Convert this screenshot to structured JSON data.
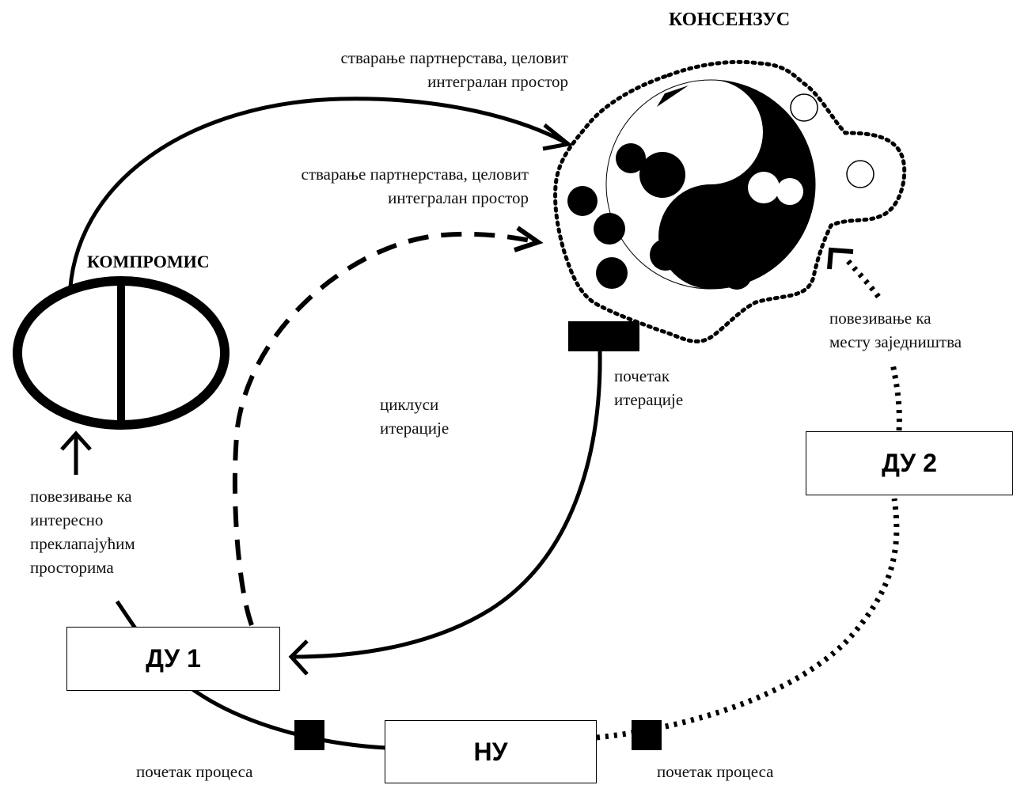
{
  "titles": {
    "consensus": "КОНСЕНЗУС",
    "compromise": "КОМПРОМИС"
  },
  "boxes": {
    "du1": "ДУ 1",
    "du2": "ДУ 2",
    "nu": "НУ"
  },
  "labels": {
    "partnership_top": "стварање партнерстава, целовит\nинтегралан простор",
    "partnership_mid": "стварање партнерстава, целовит\nинтегралан простор",
    "iteration_cycles": "циклуси\nитерације",
    "iteration_start": "почетак\nитерације",
    "connect_community": "повезивање ка\nместу заједништва",
    "connect_overlap": "повезивање ка\nинтересно\nпреклапајућим\nпросторима",
    "process_start_left": "почетак процеса",
    "process_start_right": "почетак процеса"
  }
}
